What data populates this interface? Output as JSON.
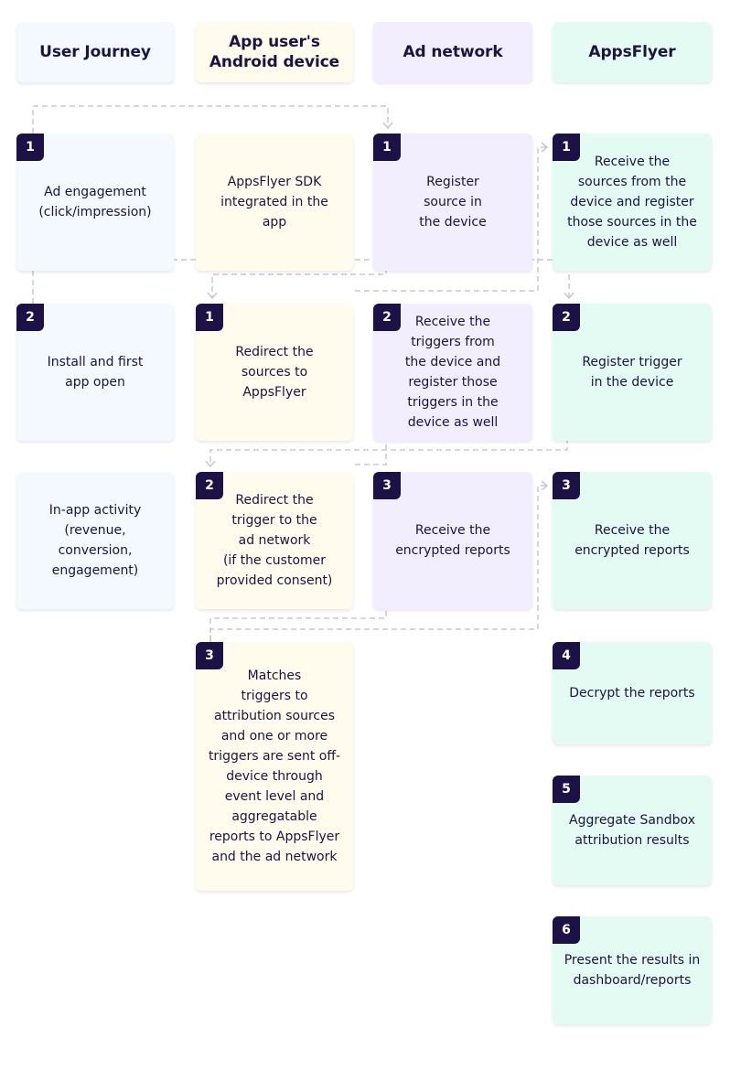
{
  "headers": [
    "User Journey",
    "App user's Android device",
    "Ad network",
    "AppsFlyer"
  ],
  "cards": {
    "uj1": {
      "badge": "1",
      "text": "Ad engagement\n(click/impression)"
    },
    "uj2": {
      "badge": "2",
      "text": "Install and first\napp open"
    },
    "uj3": {
      "badge": "",
      "text": "In-app activity\n(revenue, conversion,\nengagement)"
    },
    "ad1": {
      "badge": "",
      "text": "AppsFlyer SDK\nintegrated in the app"
    },
    "ad2": {
      "badge": "1",
      "text": "Redirect the\nsources to\nAppsFlyer"
    },
    "ad3": {
      "badge": "2",
      "text": "Redirect the\ntrigger to the\nad network\n(if the customer\nprovided consent)"
    },
    "ad4": {
      "badge": "3",
      "text": "Matches\ntriggers to\nattribution sources\nand one or more\ntriggers are sent off-\ndevice through\nevent level and\naggregatable\nreports to AppsFlyer\nand the ad network"
    },
    "an1": {
      "badge": "1",
      "text": "Register\nsource in\nthe device"
    },
    "an2": {
      "badge": "2",
      "text": "Receive the\ntriggers from\nthe device and\nregister those\ntriggers in the\ndevice as well"
    },
    "an3": {
      "badge": "3",
      "text": "Receive the\nencrypted reports"
    },
    "af1": {
      "badge": "1",
      "text": "Receive the\nsources from the\ndevice and register\nthose sources in the\ndevice as well"
    },
    "af2": {
      "badge": "2",
      "text": "Register trigger\nin the device"
    },
    "af3": {
      "badge": "3",
      "text": "Receive the\nencrypted reports"
    },
    "af4": {
      "badge": "4",
      "text": "Decrypt the reports"
    },
    "af5": {
      "badge": "5",
      "text": "Aggregate Sandbox\nattribution results"
    },
    "af6": {
      "badge": "6",
      "text": "Present the results in\ndashboard/reports"
    }
  },
  "colors": {
    "user_journey": "#f3f9ff",
    "device": "#fffcee",
    "ad_network": "#f2eefd",
    "appsflyer": "#e3fbf2",
    "badge": "#1d1245",
    "connector": "#c8c8d0"
  }
}
